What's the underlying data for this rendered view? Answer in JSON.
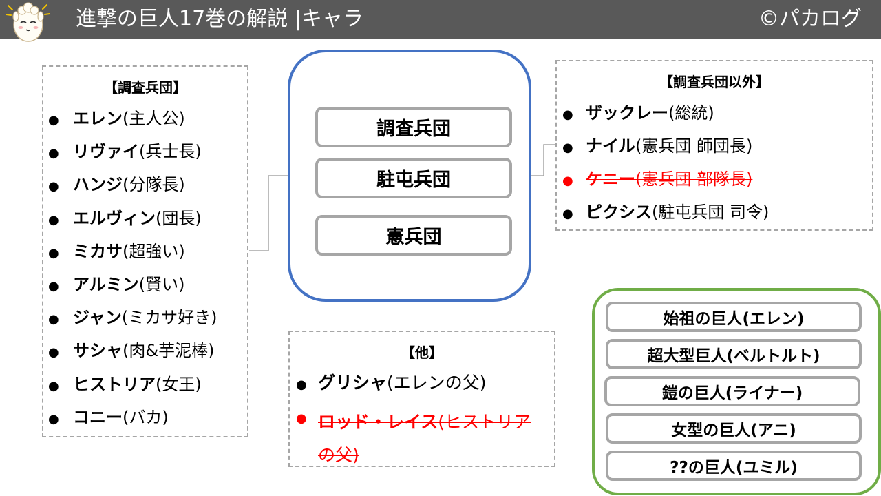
{
  "header": {
    "title": "進撃の巨人17巻の解説 |キャラ",
    "copyright": "©パカログ"
  },
  "survey_corps_box": {
    "heading": "【調査兵団】",
    "items": [
      {
        "name": "エレン",
        "desc": "(主人公)"
      },
      {
        "name": "リヴァイ",
        "desc": "(兵士長)"
      },
      {
        "name": "ハンジ",
        "desc": "(分隊長)"
      },
      {
        "name": "エルヴィン",
        "desc": "(団長)"
      },
      {
        "name": "ミカサ",
        "desc": "(超強い)"
      },
      {
        "name": "アルミン",
        "desc": "(賢い)"
      },
      {
        "name": "ジャン",
        "desc": "(ミカサ好き)"
      },
      {
        "name": "サシャ",
        "desc": "(肉&芋泥棒)"
      },
      {
        "name": "ヒストリア",
        "desc": "(女王)"
      },
      {
        "name": "コニー",
        "desc": "(バカ)"
      }
    ]
  },
  "center_box": {
    "items": [
      "調査兵団",
      "駐屯兵団",
      "憲兵団"
    ]
  },
  "other_corps_box": {
    "heading": "【調査兵団以外】",
    "items": [
      {
        "name": "ザックレー",
        "desc": "(総統)",
        "struck": false
      },
      {
        "name": "ナイル",
        "desc": "(憲兵団 師団長)",
        "struck": false
      },
      {
        "name": "ケニー",
        "desc": "(憲兵団 部隊長)",
        "struck": true
      },
      {
        "name": "ピクシス",
        "desc": "(駐屯兵団 司令)",
        "struck": false
      }
    ]
  },
  "others_box": {
    "heading": "【他】",
    "items": [
      {
        "name": "グリシャ",
        "desc": "(エレンの父)",
        "struck": false
      },
      {
        "name": "ロッド・レイス",
        "desc": "(ヒストリアの父)",
        "struck": true
      }
    ]
  },
  "titans_box": {
    "items": [
      "始祖の巨人(エレン)",
      "超大型巨人(ベルトルト)",
      "鎧の巨人(ライナー)",
      "女型の巨人(アニ)",
      "??の巨人(ユミル)"
    ]
  },
  "colors": {
    "header_bg": "#595959",
    "center_border": "#4472c4",
    "titans_border": "#70ad47",
    "pill_border": "#a6a6a6",
    "dashed_border": "#a6a6a6",
    "struck": "#ff0000"
  }
}
